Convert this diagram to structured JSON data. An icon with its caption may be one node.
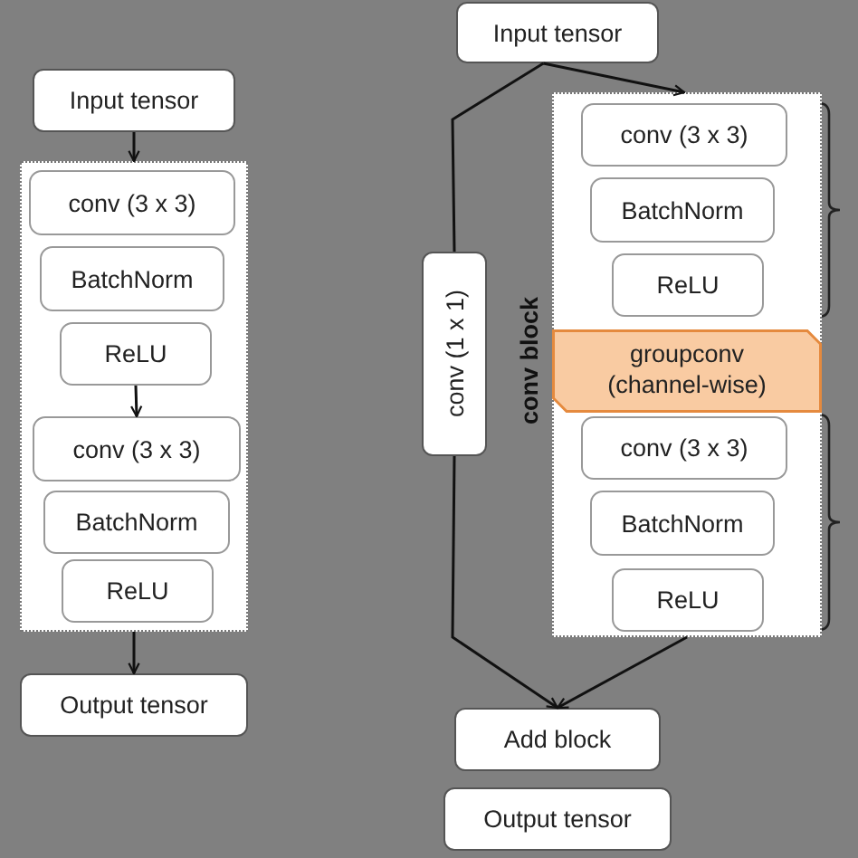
{
  "diagram": {
    "nodes": [
      {
        "text": [
          "Input tensor"
        ]
      },
      {
        "text": [],
        "shape": "box"
      },
      {
        "text": [
          "conv (3 x 3)"
        ],
        "in": 1
      },
      {
        "text": [
          "BatchNorm"
        ],
        "in": 1
      },
      {
        "text": [
          "ReLU"
        ],
        "in": 1
      },
      {
        "text": [
          "conv (3 x 3)"
        ],
        "in": 1
      },
      {
        "text": [
          "BatchNorm"
        ],
        "in": 1
      },
      {
        "text": [
          "ReLU"
        ],
        "in": 1
      },
      {
        "text": [
          "Output tensor"
        ]
      },
      {
        "text": [
          "Input tensor"
        ]
      },
      {
        "text": [
          "conv (1 x 1)"
        ]
      },
      {
        "text": [
          "conv block"
        ]
      },
      {
        "text": [
          "conv (3 x 3)"
        ],
        "in": 11
      },
      {
        "text": [
          "BatchNorm"
        ],
        "in": 11
      },
      {
        "text": [
          "ReLU"
        ],
        "in": 11
      },
      {
        "text": [
          "groupconv (channel-wise)"
        ],
        "in": 11
      },
      {
        "text": [
          "conv (3 x 3)"
        ],
        "in": 11
      },
      {
        "text": [
          "BatchNorm"
        ],
        "in": 11
      },
      {
        "text": [
          "ReLU"
        ],
        "in": 11
      },
      {
        "text": [
          "Add block"
        ]
      },
      {
        "text": [
          "Output tensor"
        ]
      }
    ],
    "edges": [
      {
        "from": 0,
        "to": 1,
        "arrow": "to"
      },
      {
        "from": 4,
        "to": 5,
        "arrow": "to"
      },
      {
        "from": 1,
        "to": 8,
        "arrow": "to"
      },
      {
        "from": 9,
        "to": 10,
        "arrow": "none"
      },
      {
        "from": 9,
        "to": 11,
        "arrow": "to"
      },
      {
        "from": 10,
        "to": 19,
        "arrow": "to"
      },
      {
        "from": 11,
        "to": 19,
        "arrow": "to"
      }
    ]
  }
}
